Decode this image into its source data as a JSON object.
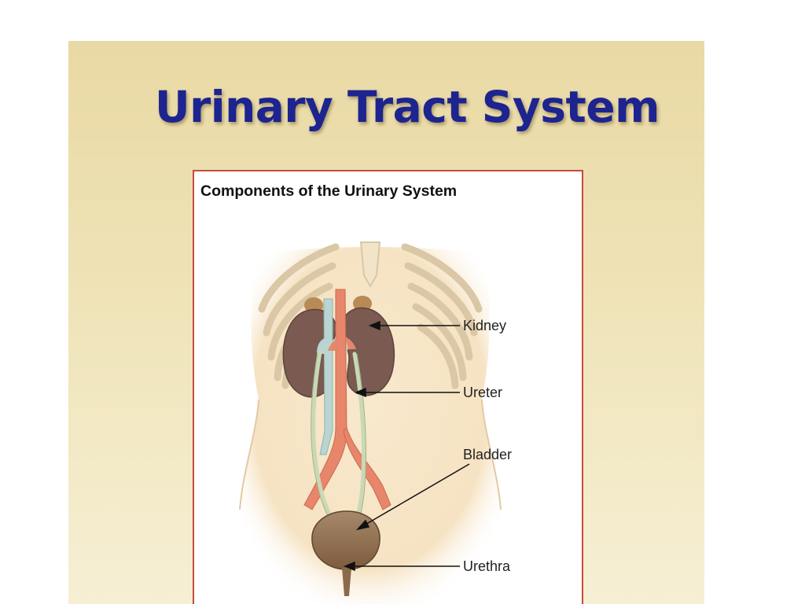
{
  "slide": {
    "title": "Urinary Tract System"
  },
  "figure": {
    "caption": "Components of the Urinary System",
    "labels": {
      "kidney": "Kidney",
      "ureter": "Ureter",
      "bladder": "Bladder",
      "urethra": "Urethra"
    }
  },
  "colors": {
    "title_text": "#1d2490",
    "panel_border": "#c84a3f",
    "kidney": "#7a5a51",
    "bladder": "#8b6a4a",
    "vein": "#b9d4d1",
    "artery": "#e7866a",
    "skin": "#f6e3c3"
  }
}
